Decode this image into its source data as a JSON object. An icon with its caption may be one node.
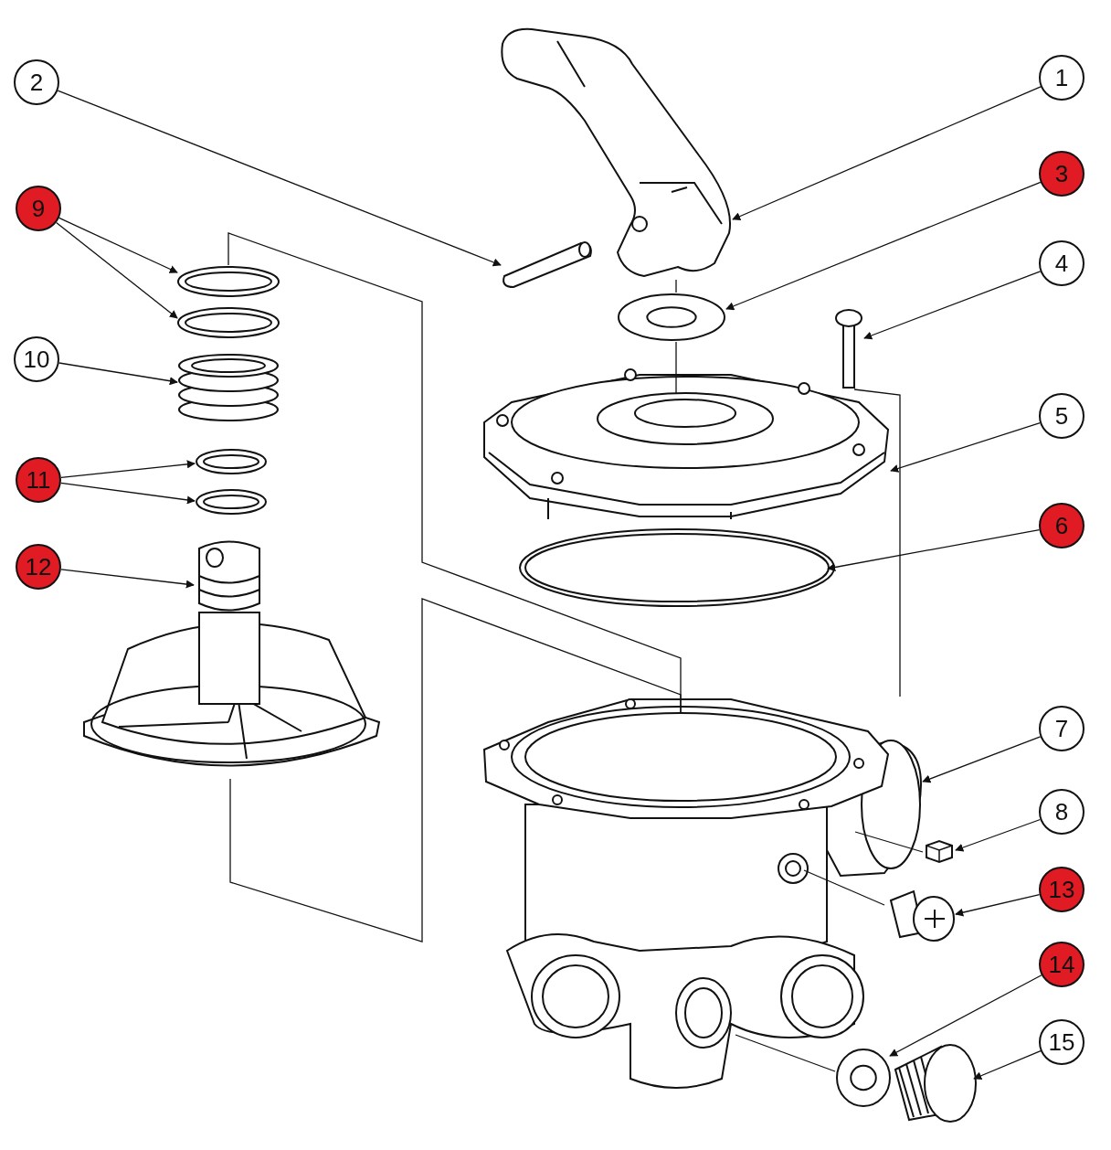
{
  "diagram": {
    "nodes": [
      {
        "text": [
          "1"
        ]
      },
      {
        "text": [
          "2"
        ]
      },
      {
        "text": [
          "3"
        ]
      },
      {
        "text": [
          "4"
        ]
      },
      {
        "text": [
          "5"
        ]
      },
      {
        "text": [
          "6"
        ]
      },
      {
        "text": [
          "7"
        ]
      },
      {
        "text": [
          "8"
        ]
      },
      {
        "text": [
          "9"
        ]
      },
      {
        "text": [
          "10"
        ]
      },
      {
        "text": [
          "11"
        ]
      },
      {
        "text": [
          "12"
        ]
      },
      {
        "text": [
          "13"
        ]
      },
      {
        "text": [
          "14"
        ]
      },
      {
        "text": [
          "15"
        ]
      },
      {
        "text": [],
        "shape": "picture"
      },
      {
        "text": [],
        "shape": "picture"
      },
      {
        "text": [],
        "shape": "picture"
      },
      {
        "text": [],
        "shape": "picture"
      },
      {
        "text": [],
        "shape": "picture"
      },
      {
        "text": [],
        "shape": "picture"
      },
      {
        "text": [],
        "shape": "picture"
      },
      {
        "text": [],
        "shape": "picture"
      },
      {
        "text": [],
        "shape": "picture"
      },
      {
        "text": [],
        "shape": "picture"
      },
      {
        "text": [],
        "shape": "picture"
      },
      {
        "text": [],
        "shape": "picture"
      },
      {
        "text": [],
        "shape": "picture"
      },
      {
        "text": [],
        "shape": "picture"
      },
      {
        "text": [],
        "shape": "picture"
      },
      {
        "text": [],
        "shape": "picture"
      },
      {
        "text": [],
        "shape": "picture"
      }
    ],
    "edges": [
      {
        "from": 0,
        "to": 15,
        "arrow": "to"
      },
      {
        "from": 1,
        "to": 16,
        "arrow": "to"
      },
      {
        "from": 2,
        "to": 17,
        "arrow": "to"
      },
      {
        "from": 3,
        "to": 18,
        "arrow": "to"
      },
      {
        "from": 4,
        "to": 19,
        "arrow": "to"
      },
      {
        "from": 5,
        "to": 20,
        "arrow": "to"
      },
      {
        "from": 6,
        "to": 21,
        "arrow": "to"
      },
      {
        "from": 7,
        "to": 22,
        "arrow": "to"
      },
      {
        "from": 8,
        "to": 23,
        "arrow": "to"
      },
      {
        "from": 8,
        "to": 24,
        "arrow": "to"
      },
      {
        "from": 9,
        "to": 25,
        "arrow": "to"
      },
      {
        "from": 10,
        "to": 26,
        "arrow": "to"
      },
      {
        "from": 10,
        "to": 27,
        "arrow": "to"
      },
      {
        "from": 11,
        "to": 28,
        "arrow": "to"
      },
      {
        "from": 12,
        "to": 29,
        "arrow": "to"
      },
      {
        "from": 13,
        "to": 30,
        "arrow": "to"
      },
      {
        "from": 14,
        "to": 31,
        "arrow": "to"
      },
      {
        "from": 15,
        "to": 17,
        "arrow": "none"
      },
      {
        "from": 17,
        "to": 19,
        "arrow": "none"
      },
      {
        "from": 18,
        "to": 21,
        "arrow": "none"
      },
      {
        "from": 23,
        "to": 21,
        "arrow": "none"
      },
      {
        "from": 28,
        "to": 21,
        "arrow": "none"
      },
      {
        "from": 22,
        "to": 21,
        "arrow": "none"
      },
      {
        "from": 29,
        "to": 21,
        "arrow": "none"
      },
      {
        "from": 30,
        "to": 21,
        "arrow": "none"
      }
    ]
  }
}
